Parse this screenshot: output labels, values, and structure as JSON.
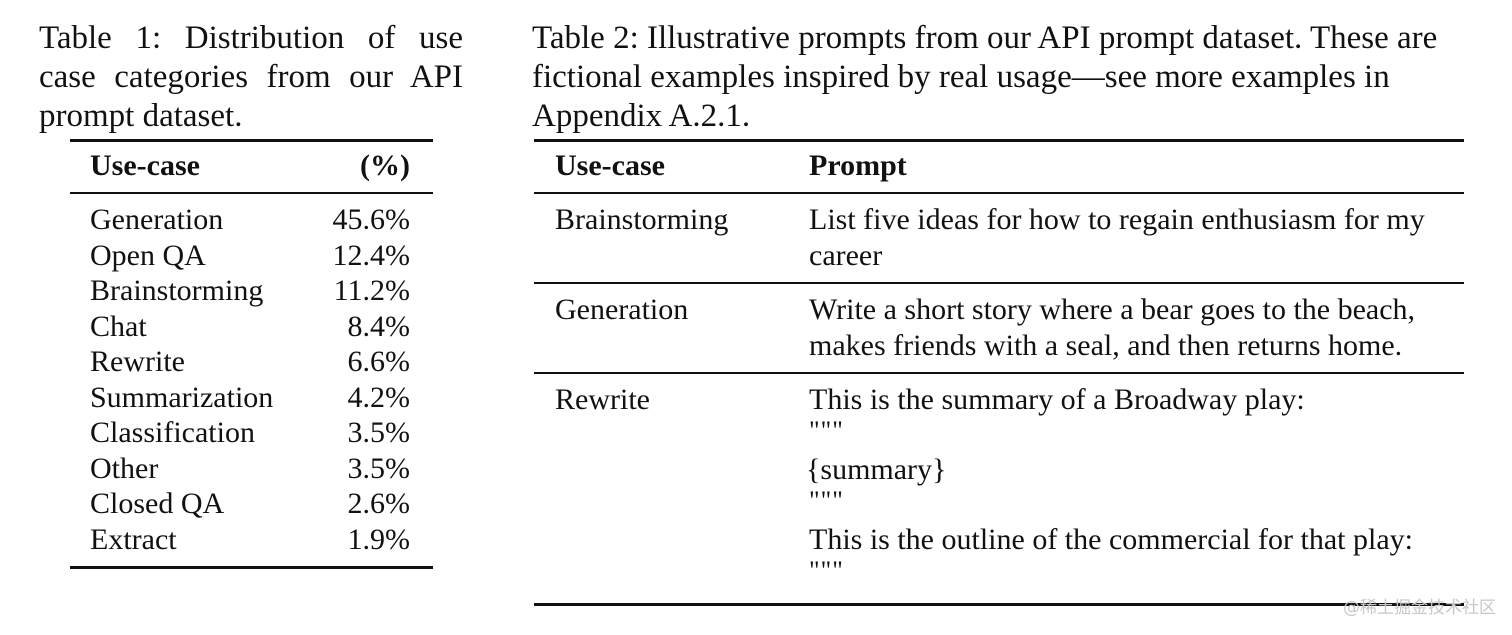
{
  "table1": {
    "caption": "Table 1:  Distribution of use case categories from our API prompt dataset.",
    "headers": [
      "Use-case",
      "(%)"
    ],
    "rows": [
      [
        "Generation",
        "45.6%"
      ],
      [
        "Open QA",
        "12.4%"
      ],
      [
        "Brainstorming",
        "11.2%"
      ],
      [
        "Chat",
        "8.4%"
      ],
      [
        "Rewrite",
        "6.6%"
      ],
      [
        "Summarization",
        "4.2%"
      ],
      [
        "Classification",
        "3.5%"
      ],
      [
        "Other",
        "3.5%"
      ],
      [
        "Closed QA",
        "2.6%"
      ],
      [
        "Extract",
        "1.9%"
      ]
    ]
  },
  "table2": {
    "caption": "Table 2: Illustrative prompts from our API prompt dataset. These are fictional examples inspired by real usage—see more examples in Appendix A.2.1.",
    "headers": [
      "Use-case",
      "Prompt"
    ],
    "rows": [
      {
        "use_case": "Brainstorming",
        "prompt": [
          "List five ideas for how to regain enthusiasm for my",
          "career"
        ]
      },
      {
        "use_case": "Generation",
        "prompt": [
          "Write a short story where a bear goes to the beach,",
          "makes friends with a seal, and then returns home."
        ]
      },
      {
        "use_case": "Rewrite",
        "prompt": [
          "This is the summary of a Broadway play:",
          "\"\"\"",
          "{summary}",
          "\"\"\"",
          "This is the outline of the commercial for that play:",
          "\"\"\""
        ]
      }
    ]
  },
  "watermark": "@稀土掘金技术社区"
}
